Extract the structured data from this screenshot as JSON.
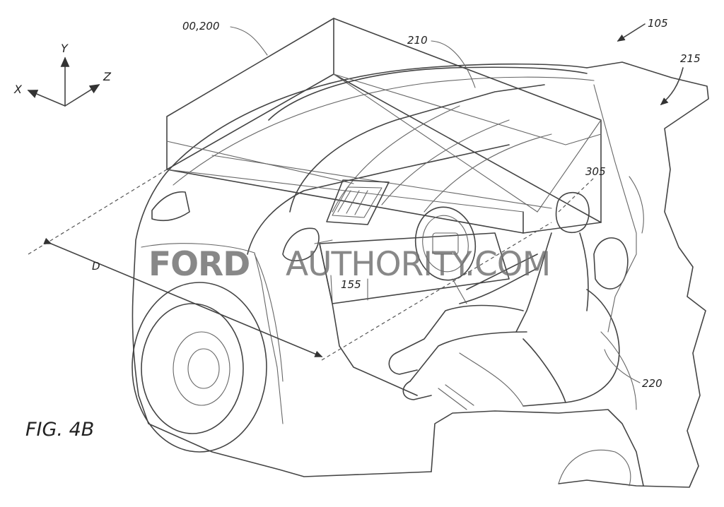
{
  "figure": {
    "label": "FIG. 4B"
  },
  "axes": {
    "x": "X",
    "y": "Y",
    "z": "Z"
  },
  "labels": {
    "projector": "00,200",
    "system": "105",
    "windshield": "210",
    "cabin": "215",
    "driver": "305",
    "dashboard": "155",
    "seat": "220",
    "distance": "D"
  },
  "watermark": {
    "ford": "FORD",
    "authority": "AUTHORITY.COM"
  }
}
